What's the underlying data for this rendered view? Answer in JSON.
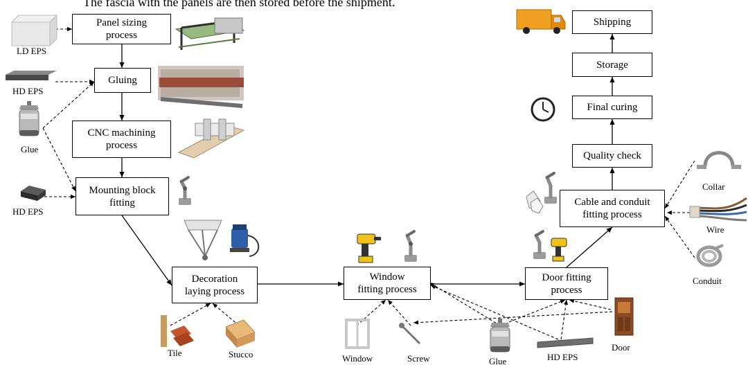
{
  "caption": "The fascia with the panels are then stored before the shipment.",
  "process_boxes": {
    "panel_sizing": [
      "Panel sizing",
      "process"
    ],
    "gluing": "Gluing",
    "cnc": [
      "CNC machining",
      "process"
    ],
    "mounting": [
      "Mounting block",
      "fitting"
    ],
    "decoration": [
      "Decoration",
      "laying process"
    ],
    "window": [
      "Window",
      "fitting process"
    ],
    "door": [
      "Door fitting",
      "process"
    ],
    "cable": [
      "Cable and conduit",
      "fitting process"
    ],
    "quality": "Quality check",
    "curing": "Final curing",
    "storage": "Storage",
    "shipping": "Shipping"
  },
  "inputs": {
    "ld_eps": "LD EPS",
    "hd_eps_1": "HD EPS",
    "glue_1": "Glue",
    "hd_eps_2": "HD EPS",
    "tile": "Tile",
    "stucco": "Stucco",
    "window": "Window",
    "screw": "Screw",
    "glue_2": "Glue",
    "hd_eps_3": "HD EPS",
    "door": "Door",
    "collar": "Collar",
    "wire": "Wire",
    "conduit": "Conduit"
  }
}
